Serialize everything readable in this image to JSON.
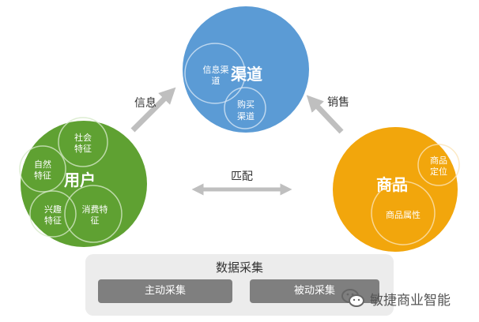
{
  "diagram": {
    "channel": {
      "title": "渠道",
      "sub1": [
        "信息渠",
        "道"
      ],
      "sub2": [
        "购买",
        "渠道"
      ]
    },
    "user": {
      "title": "用户",
      "sub_social": [
        "社会",
        "特征"
      ],
      "sub_natural": [
        "自然",
        "特征"
      ],
      "sub_interest": [
        "兴趣",
        "特征"
      ],
      "sub_consume": [
        "消费特",
        "征"
      ]
    },
    "product": {
      "title": "商品",
      "sub_position": [
        "商品",
        "定位"
      ],
      "sub_attr": "商品属性"
    },
    "arrows": {
      "info": "信息",
      "sales": "销售",
      "match": "匹配"
    },
    "colors": {
      "channel": "#5b9bd5",
      "user": "#5fa132",
      "product": "#f2a60c",
      "arrow": "#bfbfbf"
    }
  },
  "panel": {
    "title": "数据采集",
    "active_label": "主动采集",
    "passive_label": "被动采集"
  },
  "watermark": {
    "text": "敏捷商业智能",
    "icon": "wechat-icon"
  }
}
